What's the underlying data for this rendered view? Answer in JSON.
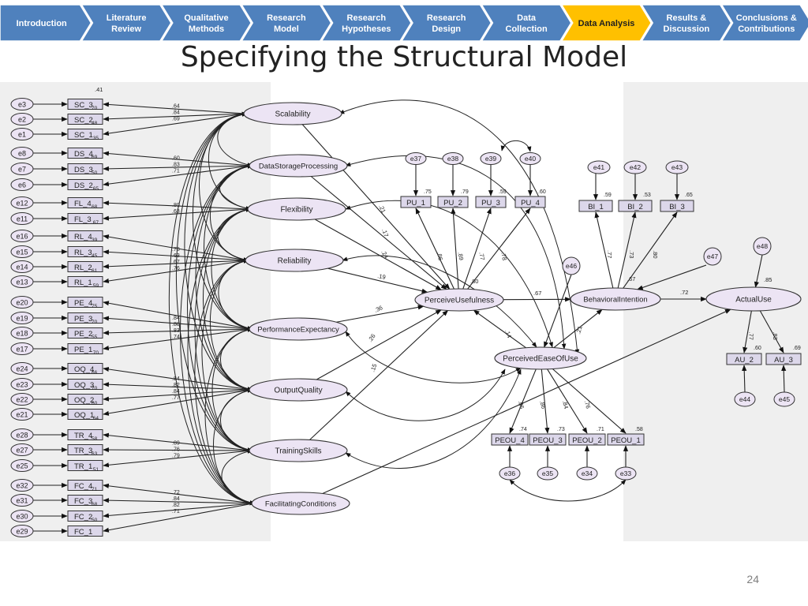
{
  "nav": {
    "steps": [
      {
        "label": "Introduction",
        "active": false
      },
      {
        "label": "Literature\nReview",
        "active": false
      },
      {
        "label": "Qualitative\nMethods",
        "active": false
      },
      {
        "label": "Research\nModel",
        "active": false
      },
      {
        "label": "Research\nHypotheses",
        "active": false
      },
      {
        "label": "Research\nDesign",
        "active": false
      },
      {
        "label": "Data\nCollection",
        "active": false
      },
      {
        "label": "Data Analysis",
        "active": true
      },
      {
        "label": "Results &\nDiscussion",
        "active": false
      },
      {
        "label": "Conclusions &\nContributions",
        "active": false
      }
    ],
    "colors": {
      "step": "#4f81bd",
      "active": "#ffc000",
      "text": "#ffffff",
      "active_text": "#1f1f1f"
    }
  },
  "title": "Specifying the Structural Model",
  "page_number": "24",
  "diagram": {
    "colors": {
      "panel": "#efefef",
      "latent_fill": "#ece4f4",
      "box_fill": "#dcd7ea",
      "stroke": "#333333"
    },
    "latents": [
      {
        "id": "SC",
        "label": "Scalability"
      },
      {
        "id": "DS",
        "label": "DataStorageProcessing"
      },
      {
        "id": "FL",
        "label": "Flexibility"
      },
      {
        "id": "RL",
        "label": "Reliability"
      },
      {
        "id": "PE",
        "label": "PerformanceExpectancy"
      },
      {
        "id": "OQ",
        "label": "OutputQuality"
      },
      {
        "id": "TR",
        "label": "TrainingSkills"
      },
      {
        "id": "FC",
        "label": "FacilitatingConditions"
      },
      {
        "id": "PU",
        "label": "PerceiveUsefulness"
      },
      {
        "id": "PEOU",
        "label": "PerceivedEaseOfUse"
      },
      {
        "id": "BI",
        "label": "BehavioralIntention"
      },
      {
        "id": "AU",
        "label": "ActualUse"
      }
    ],
    "left_indicators": [
      {
        "label": "SC_3",
        "sub": "70",
        "error": "e3",
        "latent": "SC"
      },
      {
        "label": "SC_2",
        "sub": "48",
        "error": "e2",
        "latent": "SC"
      },
      {
        "label": "SC_1",
        "sub": ".35",
        "error": "e1",
        "latent": "SC"
      },
      {
        "label": "DS_4",
        "sub": "69",
        "error": "e8",
        "latent": "DS"
      },
      {
        "label": "DS_3",
        "sub": "50",
        "error": "e7",
        "latent": "DS"
      },
      {
        "label": "DS_2",
        "sub": ".65",
        "error": "e6",
        "latent": "DS"
      },
      {
        "label": "FL_4",
        "sub": "68",
        "error": "e12",
        "latent": "FL"
      },
      {
        "label": "FL_3",
        "sub": ".67",
        "error": "e11",
        "latent": "FL"
      },
      {
        "label": "RL_4",
        "sub": "39",
        "error": "e16",
        "latent": "RL"
      },
      {
        "label": "RL_3",
        "sub": "45",
        "error": "e15",
        "latent": "RL"
      },
      {
        "label": "RL_2",
        "sub": "61",
        "error": "e14",
        "latent": "RL"
      },
      {
        "label": "RL_1",
        "sub": ".59",
        "error": "e13",
        "latent": "RL"
      },
      {
        "label": "PE_4",
        "sub": "75",
        "error": "e20",
        "latent": "PE"
      },
      {
        "label": "PE_3",
        "sub": "70",
        "error": "e19",
        "latent": "PE"
      },
      {
        "label": "PE_2",
        "sub": "55",
        "error": "e18",
        "latent": "PE"
      },
      {
        "label": "PE_1",
        "sub": ".70",
        "error": "e17",
        "latent": "PE"
      },
      {
        "label": "OQ_4",
        "sub": "66",
        "error": "e24",
        "latent": "OQ"
      },
      {
        "label": "OQ_3",
        "sub": "70",
        "error": "e23",
        "latent": "OQ"
      },
      {
        "label": "OQ_2",
        "sub": "60",
        "error": "e22",
        "latent": "OQ"
      },
      {
        "label": "OQ_1",
        "sub": ".64",
        "error": "e21",
        "latent": "OQ"
      },
      {
        "label": "TR_4",
        "sub": "58",
        "error": "e28",
        "latent": "TR"
      },
      {
        "label": "TR_3",
        "sub": "63",
        "error": "e27",
        "latent": "TR"
      },
      {
        "label": "TR_1",
        "sub": ".51",
        "error": "e25",
        "latent": "TR"
      },
      {
        "label": "FC_4",
        "sub": "71",
        "error": "e32",
        "latent": "FC"
      },
      {
        "label": "FC_3",
        "sub": "68",
        "error": "e31",
        "latent": "FC"
      },
      {
        "label": "FC_2",
        "sub": "50",
        "error": "e30",
        "latent": "FC"
      },
      {
        "label": "FC_1",
        "sub": "",
        "error": "e29",
        "latent": "FC"
      }
    ],
    "top_label": ".41",
    "loadings_left": [
      {
        "latent": "SC",
        "values": [
          ".64",
          ".84",
          ".69"
        ]
      },
      {
        "latent": "DS",
        "values": [
          ".60",
          ".83",
          ".71"
        ]
      },
      {
        "latent": "FL",
        "values": [
          ".80",
          ".63"
        ]
      },
      {
        "latent": "RL",
        "values": [
          ".78",
          ".63",
          ".67",
          ".76"
        ]
      },
      {
        "latent": "PE",
        "values": [
          ".84",
          ".88",
          ".83",
          ".74"
        ]
      },
      {
        "latent": "OQ",
        "values": [
          ".84",
          ".82",
          ".84",
          ".77"
        ]
      },
      {
        "latent": "TR",
        "values": [
          ".89",
          ".76",
          ".79"
        ]
      },
      {
        "latent": "FC",
        "values": [
          ".72",
          ".84",
          ".82",
          ".71"
        ]
      }
    ],
    "pu_indicators": [
      {
        "label": "PU_1",
        "error": "e37",
        "r2": ".75",
        "loading": ".86"
      },
      {
        "label": "PU_2",
        "error": "e38",
        "r2": ".79",
        "loading": ".89"
      },
      {
        "label": "PU_3",
        "error": "e39",
        "r2": ".59",
        "loading": ".77"
      },
      {
        "label": "PU_4",
        "error": "e40",
        "r2": ".60",
        "loading": ".78"
      }
    ],
    "bi_indicators": [
      {
        "label": "BI_1",
        "error": "e41",
        "r2": ".59",
        "loading": ".77"
      },
      {
        "label": "BI_2",
        "error": "e42",
        "r2": ".53",
        "loading": ".73"
      },
      {
        "label": "BI_3",
        "error": "e43",
        "r2": ".65",
        "loading": ".80"
      }
    ],
    "peou_indicators": [
      {
        "label": "PEOU_4",
        "error": "e36",
        "r2": ".74",
        "loading": ".86"
      },
      {
        "label": "PEOU_3",
        "error": "e35",
        "r2": ".73",
        "loading": ".86"
      },
      {
        "label": "PEOU_2",
        "error": "e34",
        "r2": ".71",
        "loading": ".84"
      },
      {
        "label": "PEOU_1",
        "error": "e33",
        "r2": ".58",
        "loading": ".76"
      }
    ],
    "au_indicators": [
      {
        "label": "AU_2",
        "error": "e44",
        "r2": ".60",
        "loading": ".77"
      },
      {
        "label": "AU_3",
        "error": "e45",
        "r2": ".69",
        "loading": ".83"
      }
    ],
    "disturbances": [
      {
        "label": "e46",
        "latent": "PEOU"
      },
      {
        "label": "e47",
        "latent": "BI"
      },
      {
        "label": "e48",
        "latent": "AU"
      }
    ],
    "structural": [
      {
        "from": "SC",
        "to": "PU",
        "value": ".21"
      },
      {
        "from": "DS",
        "to": "PU",
        "value": ".17"
      },
      {
        "from": "FL",
        "to": "PU",
        "value": ".24"
      },
      {
        "from": "RL",
        "to": "PU",
        "value": ".19"
      },
      {
        "from": "PE",
        "to": "PU",
        "value": ".36"
      },
      {
        "from": "OQ",
        "to": "PU",
        "value": ".26"
      },
      {
        "from": "TR",
        "to": "PU",
        "value": ".15"
      },
      {
        "from": "PEOU",
        "to": "PU",
        "value": ".14"
      },
      {
        "from": "PU",
        "to": "BI",
        "value": ".67"
      },
      {
        "from": "PEOU",
        "to": "BI",
        "value": ".21"
      },
      {
        "from": "BI",
        "to": "AU",
        "value": ".72"
      },
      {
        "from": "FC",
        "to": "AU",
        "value": ""
      }
    ],
    "r2_latent": [
      {
        "latent": "PU",
        "value": ".80"
      },
      {
        "latent": "BI",
        "value": ".67"
      },
      {
        "latent": "AU",
        "value": ".85"
      }
    ]
  }
}
